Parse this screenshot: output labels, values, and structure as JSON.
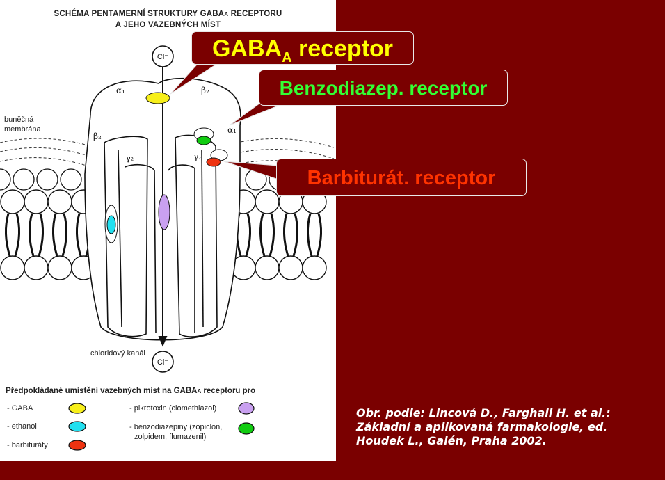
{
  "diagram": {
    "title_line1": "SCHÉMA PENTAMERNÍ STRUKTURY GABA",
    "title_sub": "A",
    "title_line1_end": " RECEPTORU",
    "title_line2": "A JEHO VAZEBNÝCH MÍST",
    "ion_top": "Cl⁻",
    "ion_bottom": "Cl⁻",
    "membrane_label_1": "buněčná",
    "membrane_label_2": "membrána",
    "channel_label": "chloridový kanál",
    "subunits": {
      "alpha1_left": "α₁",
      "beta2_top": "β₂",
      "beta2_left": "β₂",
      "gamma2_left": "γ₂",
      "alpha1_right": "α₁",
      "gamma2_right": "γ₂"
    },
    "colors": {
      "gaba": "#f7ef1a",
      "ethanol": "#22e0f0",
      "barbiturate": "#ee3311",
      "picrotoxin": "#c9a0f0",
      "benzodiazepine": "#11cc11",
      "background": "#7a0000"
    },
    "legend": {
      "heading_pre": "Předpokládané umístění vazebných míst na GABA",
      "heading_sub": "A",
      "heading_post": " receptoru pro",
      "items": [
        {
          "label": "- GABA"
        },
        {
          "label": "- ethanol"
        },
        {
          "label": "- barbituráty"
        },
        {
          "label": "- pikrotoxin (clomethiazol)"
        },
        {
          "label_line1": "- benzodiazepiny (zopiclon,",
          "label_line2": "zolpidem, flumazenil)"
        }
      ]
    }
  },
  "callouts": {
    "gaba_main": "GABA",
    "gaba_sub": "A",
    "gaba_post": " receptor",
    "benzo": "Benzodiazep. receptor",
    "barb": "Barbiturát. receptor"
  },
  "citation": {
    "line1": "Obr. podle: Lincová D., Farghali H. et al.:",
    "line2": "Základní a aplikovaná farmakologie, ed.",
    "line3": "Houdek L., Galén, Praha 2002."
  }
}
